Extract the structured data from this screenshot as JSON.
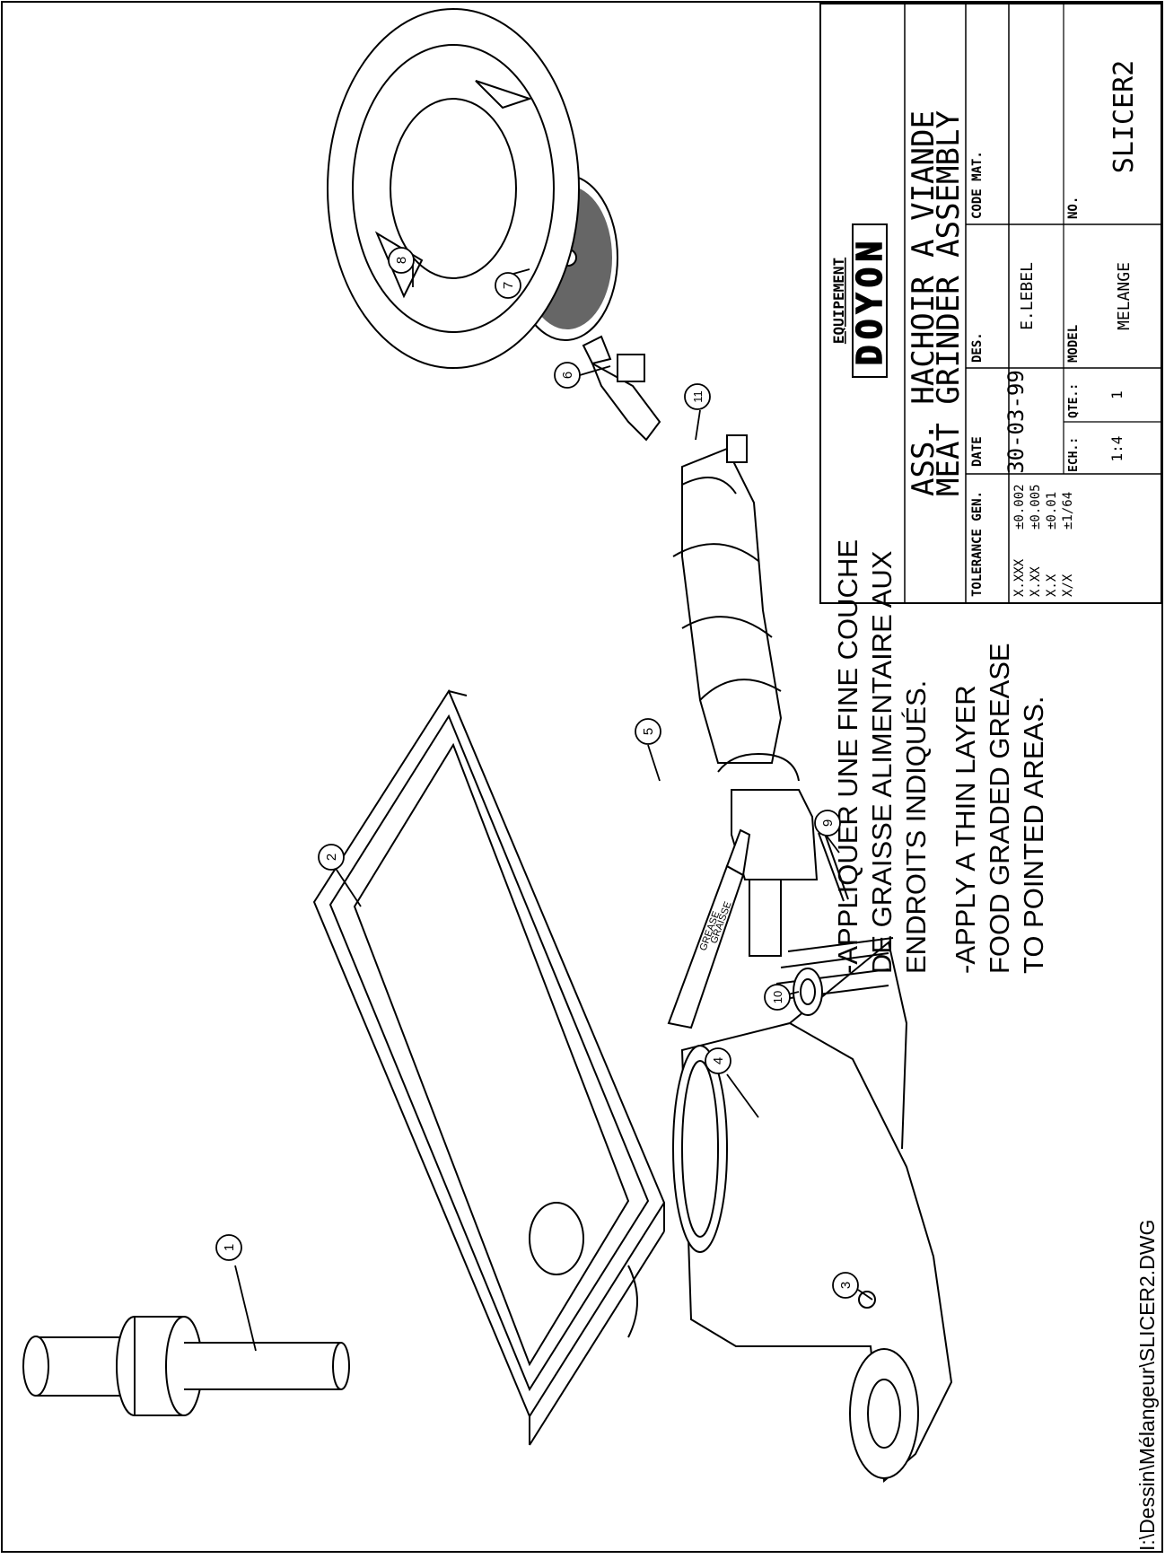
{
  "drawing": {
    "file_path": "I:\\Dessin\\Mélangeur\\SLICER2.DWG",
    "part_callouts": [
      "1",
      "2",
      "3",
      "4",
      "5",
      "6",
      "7",
      "8",
      "9",
      "10",
      "11"
    ],
    "grease_tube_text": [
      "GREASE",
      "GRAISSE"
    ]
  },
  "notes": {
    "french": [
      "-APPLIQUER UNE FINE COUCHE",
      "DE GRAISSE ALIMENTAIRE AUX",
      "ENDROITS INDIQUÉS."
    ],
    "english": [
      "-APPLY A THIN LAYER",
      "FOOD GRADED GREASE",
      "TO POINTED AREAS."
    ]
  },
  "title_block": {
    "company_label": "EQUIPEMENT",
    "company_logo": "DOYON",
    "title_fr": "ASS. HACHOIR A VIANDE",
    "title_en": "MEAT GRINDER ASSEMBLY",
    "tolerance_label": "TOLERANCE GEN.",
    "tolerances": [
      {
        "fmt": "X.XXX",
        "val": "±0.002"
      },
      {
        "fmt": "X.XX",
        "val": "±0.005"
      },
      {
        "fmt": "X.X",
        "val": "±0.01"
      },
      {
        "fmt": "X/X",
        "val": "±1/64"
      }
    ],
    "date_label": "DATE",
    "date": "30-03-99",
    "scale_label": "ECH.:",
    "scale": "1:4",
    "qty_label": "QTE.:",
    "qty": "1",
    "designer_label": "DES.",
    "designer": "E.LEBEL",
    "model_label": "MODEL",
    "model": "MELANGE",
    "material_label": "CODE MAT.",
    "material": "",
    "number_label": "NO.",
    "number": "SLICER2"
  }
}
